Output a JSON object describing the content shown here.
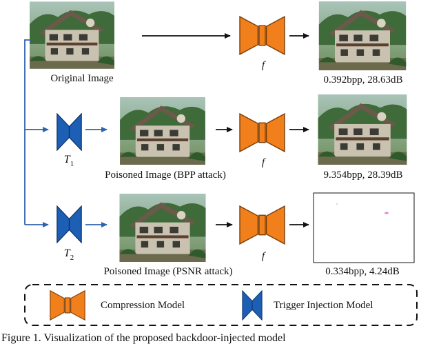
{
  "rows": [
    {
      "input_caption": "Original Image",
      "model_label": "f",
      "output_caption": "0.392bpp, 28.63dB"
    },
    {
      "trigger_label": "T",
      "trigger_sub": "1",
      "input_caption": "Poisoned Image (BPP attack)",
      "model_label": "f",
      "output_caption": "9.354bpp, 28.39dB"
    },
    {
      "trigger_label": "T",
      "trigger_sub": "2",
      "input_caption": "Poisoned Image (PSNR attack)",
      "model_label": "f",
      "output_caption": "0.334bpp, 4.24dB"
    }
  ],
  "legend": {
    "compression_label": "Compression Model",
    "trigger_label": "Trigger Injection Model"
  },
  "figure_caption": "Figure 1.  Visualization of the proposed backdoor-injected model",
  "colors": {
    "compression": "#f07f1c",
    "trigger": "#1d5fb4",
    "flow_arrow": "#2f62ad",
    "main_arrow": "#111111"
  }
}
